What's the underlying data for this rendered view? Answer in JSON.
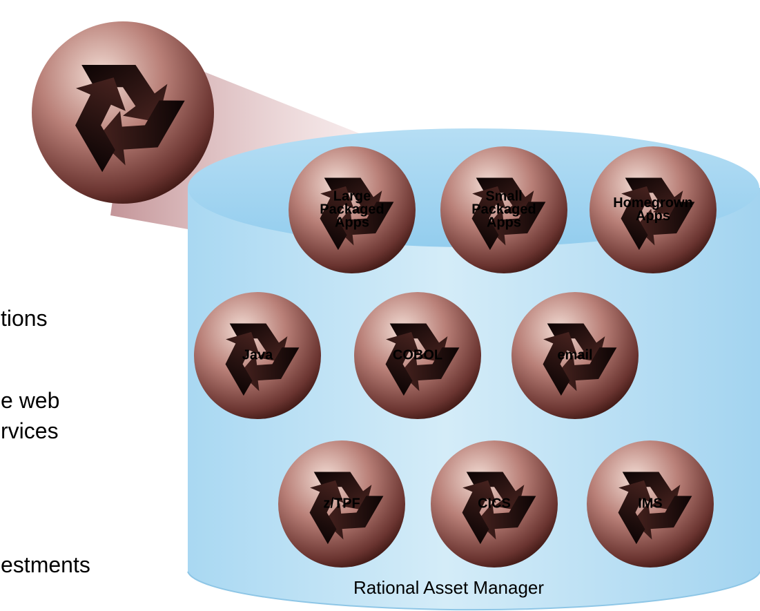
{
  "text_fragments": [
    "tions",
    "e web",
    "rvices",
    "estments"
  ],
  "repository": {
    "caption": "Rational Asset Manager"
  },
  "assets": [
    {
      "label": "Large\nPackaged\nApps"
    },
    {
      "label": "Small\nPackaged\nApps"
    },
    {
      "label": "Homegrown\nApps"
    },
    {
      "label": "Java"
    },
    {
      "label": "COBOL"
    },
    {
      "label": "email"
    },
    {
      "label": "z/TPF"
    },
    {
      "label": "CICS"
    },
    {
      "label": "IMS"
    }
  ],
  "icons": {
    "large": "recycle-sphere-icon",
    "node": "recycle-sphere-icon"
  },
  "colors": {
    "cylinder_light": "#cde9f7",
    "cylinder_mid": "#a9d8f2",
    "cylinder_top": "#9fd3f0",
    "sphere_light": "#e9cfc6",
    "sphere_mid": "#a9726a",
    "sphere_dark": "#3c1612",
    "zoom_cone": "#c98f92"
  }
}
